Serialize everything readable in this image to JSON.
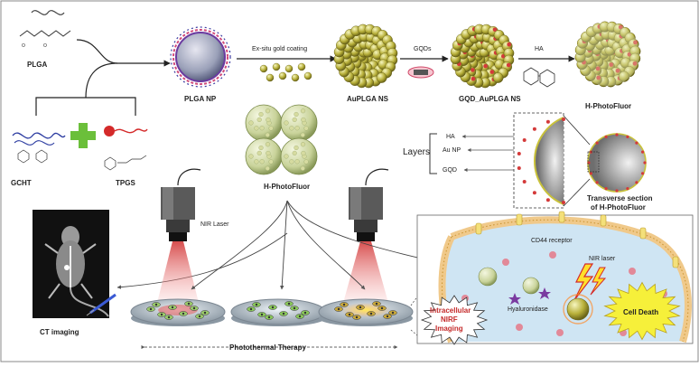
{
  "labels": {
    "plga": "PLGA",
    "plga_np": "PLGA NP",
    "ex_situ": "Ex-situ gold coating",
    "auplga_ns": "AuPLGA NS",
    "gqds": "GQDs",
    "gqd_auplga_ns": "GQD_AuPLGA NS",
    "ha": "HA",
    "h_photofluor_final": "H-PhotoFluor",
    "h_photofluor_mid": "H-PhotoFluor",
    "gcht": "GCHT",
    "tpgs": "TPGS",
    "layers": "Layers",
    "layer_ha": "HA",
    "layer_au": "Au NP",
    "layer_gqd": "GQD",
    "transverse_1": "Transverse section",
    "transverse_2": "of H-PhotoFluor",
    "nir_laser": "NIR Laser",
    "ct_imaging": "CT imaging",
    "photothermal": "Photothermal Therapy",
    "cd44": "CD44 receptor",
    "nir_laser_small": "NIR laser",
    "hyaluronidase": "Hyaluronidase",
    "cell_death": "Cell Death",
    "intracellular_1": "Intracellular",
    "intracellular_2": "NIRF",
    "intracellular_3": "Imaging"
  },
  "colors": {
    "gold": "#c9c23a",
    "red_dot": "#d43a3a",
    "green_cross": "#6bbf3a",
    "membrane": "#f0c98a",
    "cell_bg": "#cfe5f3",
    "laser": "#d23a3a"
  }
}
